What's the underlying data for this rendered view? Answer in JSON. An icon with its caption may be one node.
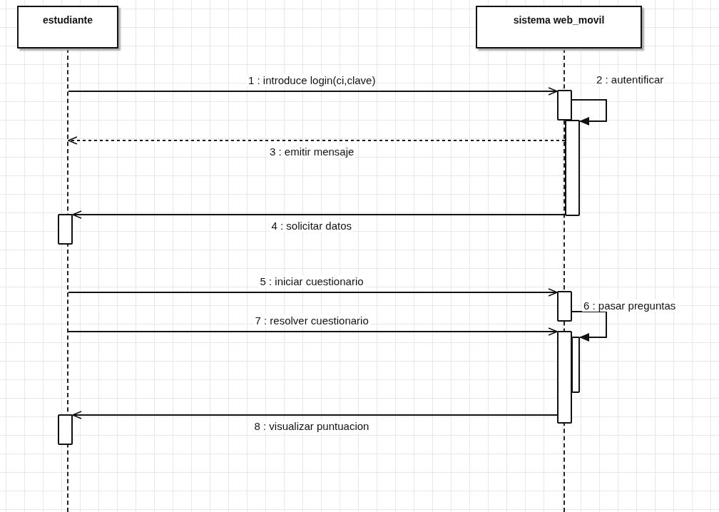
{
  "diagram": {
    "nodes": [
      {
        "text": [
          "estudiante"
        ]
      },
      {
        "text": [
          "sistema web_movil"
        ]
      },
      {
        "text": [],
        "shape": "line"
      },
      {
        "text": [],
        "shape": "line"
      },
      {
        "text": [],
        "shape": "bar"
      },
      {
        "text": [],
        "shape": "bar"
      },
      {
        "text": [],
        "shape": "bar"
      },
      {
        "text": [],
        "shape": "bar"
      },
      {
        "text": [],
        "shape": "bar"
      },
      {
        "text": [],
        "shape": "bar"
      },
      {
        "text": [],
        "shape": "bar"
      }
    ],
    "edges": [
      {
        "from": 2,
        "to": 4,
        "arrow": "to",
        "label": "1 : introduce login(ci,clave)"
      },
      {
        "from": 4,
        "to": 5,
        "arrow": "to",
        "label": "2 : autentificar"
      },
      {
        "from": 5,
        "to": 2,
        "arrow": "to",
        "label": "3 : emitir mensaje",
        "style": "dashed"
      },
      {
        "from": 5,
        "to": 6,
        "arrow": "to",
        "label": "4 : solicitar datos"
      },
      {
        "from": 2,
        "to": 7,
        "arrow": "to",
        "label": "5 : iniciar cuestionario"
      },
      {
        "from": 7,
        "to": 9,
        "arrow": "to",
        "label": "6 : pasar preguntas"
      },
      {
        "from": 2,
        "to": 8,
        "arrow": "to",
        "label": "7 : resolver cuestionario"
      },
      {
        "from": 8,
        "to": 10,
        "arrow": "to",
        "label": "8 : visualizar puntuacion"
      }
    ]
  }
}
